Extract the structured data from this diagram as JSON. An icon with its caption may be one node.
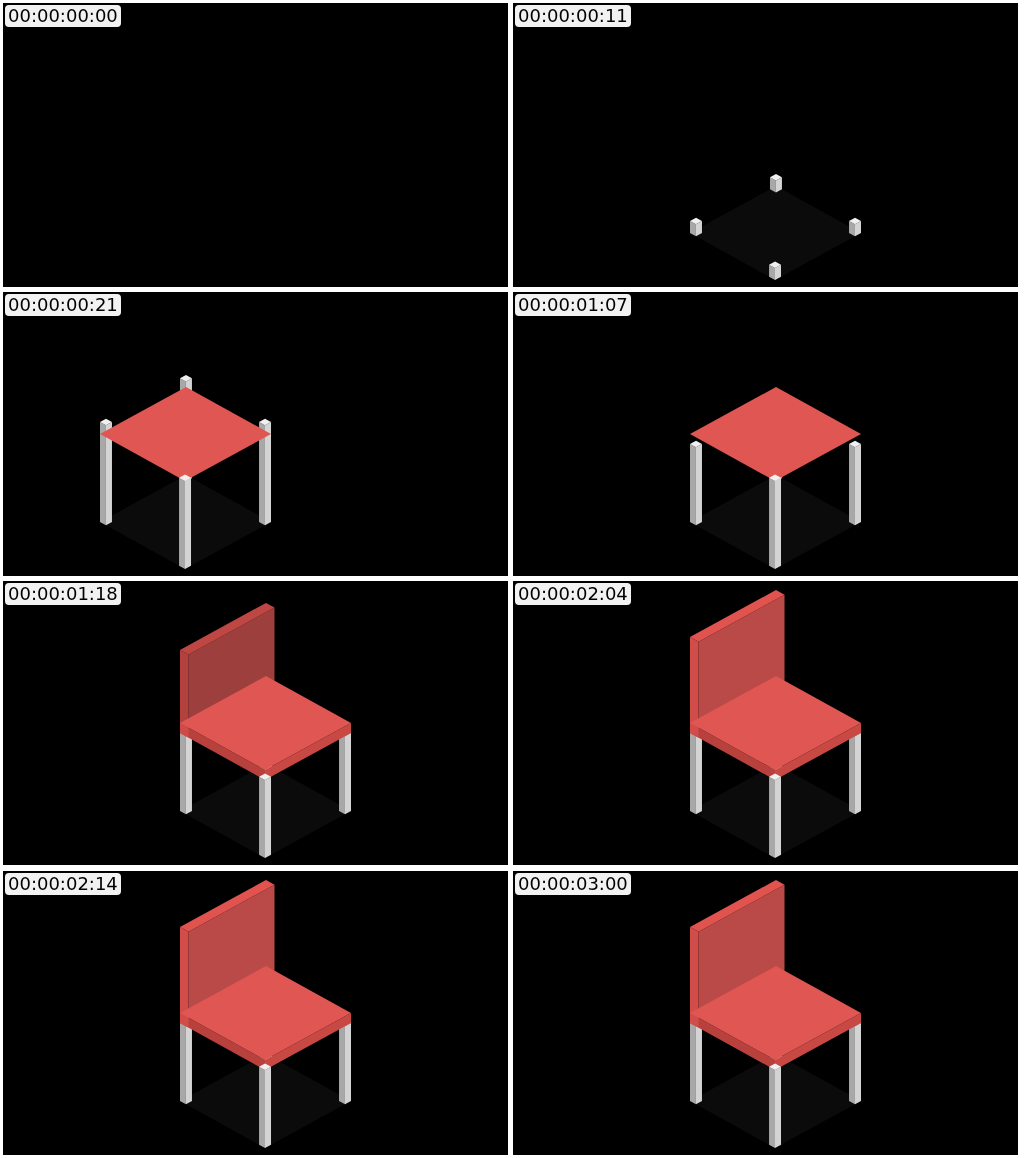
{
  "diagram": {
    "nodes": [
      {
        "text": [
          "00:00:00:00"
        ]
      },
      {
        "text": [
          "00:00:00:11"
        ]
      },
      {
        "text": [
          "00:00:00:21"
        ]
      },
      {
        "text": [
          "00:00:01:07"
        ]
      },
      {
        "text": [
          "00:00:01:18"
        ]
      },
      {
        "text": [
          "00:00:02:04"
        ]
      },
      {
        "text": [
          "00:00:02:14"
        ]
      },
      {
        "text": [
          "00:00:03:00"
        ]
      }
    ]
  }
}
